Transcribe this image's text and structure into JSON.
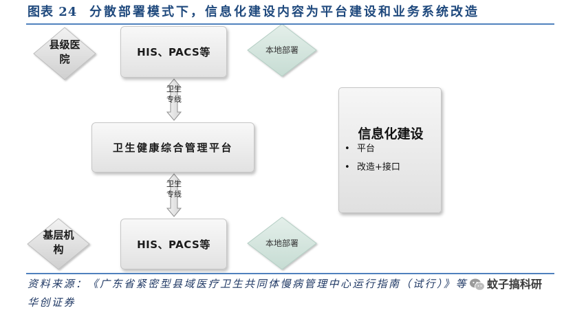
{
  "figure": {
    "label": "图表 24",
    "title": "分散部署模式下，信息化建设内容为平台建设和业务系统改造"
  },
  "nodes": {
    "county_hospital": "县级医院",
    "top_system": "HIS、PACS等",
    "top_deploy": "本地部署",
    "platform": "卫生健康综合管理平台",
    "primary_institution": "基层机构",
    "bottom_system": "HIS、PACS等",
    "bottom_deploy": "本地部署"
  },
  "links": [
    {
      "from": "top_system",
      "to": "platform",
      "label": "卫生专线",
      "direction": "bidirectional"
    },
    {
      "from": "platform",
      "to": "bottom_system",
      "label": "卫生专线",
      "direction": "bidirectional"
    }
  ],
  "summary": {
    "title": "信息化建设",
    "items": [
      "平台",
      "改造+接口"
    ]
  },
  "source": {
    "line1": "资料来源：《广东省紧密型县域医疗卫生共同体慢病管理中心运行指南（试行）》等",
    "line2": "华创证券"
  },
  "watermark": {
    "text": "蚊子搞科研",
    "icon": "wechat-icon"
  },
  "colors": {
    "title": "#1f497d",
    "rule": "#4f81bd",
    "box": "#e8e8e8",
    "diamond_gray": "#dcdcdc",
    "diamond_teal": "#d3e4dd"
  }
}
